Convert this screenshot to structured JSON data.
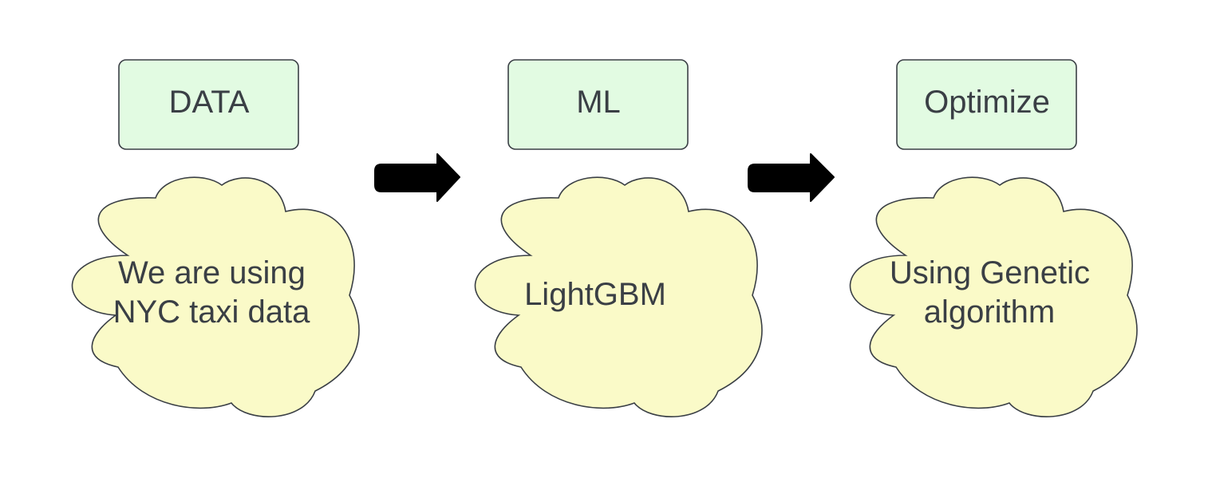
{
  "stages": [
    {
      "title": "DATA",
      "description": [
        "We are using",
        "NYC taxi data"
      ]
    },
    {
      "title": "ML",
      "description": [
        "LightGBM"
      ]
    },
    {
      "title": "Optimize",
      "description": [
        "Using Genetic",
        "algorithm"
      ]
    }
  ],
  "colors": {
    "box_fill": "#e2fbe2",
    "cloud_fill": "#fafac8",
    "outline": "#3a3f45",
    "arrow": "#000000",
    "text": "#3a3f45"
  },
  "icons": {
    "connector": "right-arrow-icon"
  }
}
